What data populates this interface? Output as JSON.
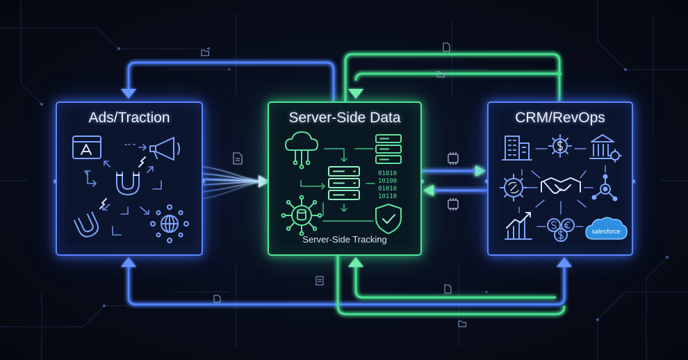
{
  "diagram": {
    "panels": {
      "ads": {
        "title": "Ads/Traction"
      },
      "server": {
        "title": "Server-Side Data",
        "subtitle": "Server-Side Tracking"
      },
      "crm": {
        "title": "CRM/RevOps",
        "salesforce_logo_text": "salesforce"
      }
    },
    "icons": {
      "ads": [
        "browser-ad-icon",
        "megaphone-icon",
        "magnet-icon",
        "magnet-icon",
        "network-globe-icon"
      ],
      "server": [
        "cloud-icon",
        "server-stack-icon",
        "binary-data-icon",
        "database-node-icon",
        "shield-check-icon"
      ],
      "crm": [
        "office-building-icon",
        "gear-dollar-icon",
        "bank-gear-icon",
        "gear-refresh-icon",
        "handshake-icon",
        "hubspot-icon",
        "growth-chart-icon",
        "currency-coins-icon",
        "salesforce-logo-icon"
      ]
    },
    "colors": {
      "blue_glow": "#5a86ff",
      "green_glow": "#4fe59a",
      "background": "#070b16",
      "title_text": "#f1f4ff"
    }
  }
}
